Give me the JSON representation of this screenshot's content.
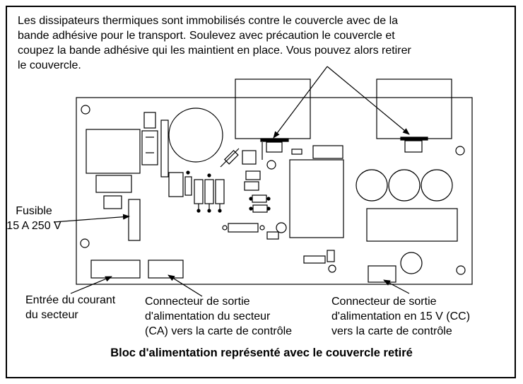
{
  "instructions": "Les dissipateurs thermiques sont immobilisés contre le couvercle avec de la\nbande adhésive pour le transport.  Soulevez avec précaution le couvercle et\ncoupez la bande adhésive qui les maintient en place. Vous pouvez alors retirer\nle couvercle.",
  "labels": {
    "fuse": "Fusible\n15 A 250 V",
    "mains_input": "Entrée du courant\ndu secteur",
    "ac_connector": "Connecteur de sortie\nd'alimentation du secteur\n(CA) vers la carte de contrôle",
    "dc_connector": "Connecteur de sortie\nd'alimentation en 15 V (CC)\nvers la carte de contrôle"
  },
  "caption": "Bloc d'alimentation représenté avec le couvercle retiré"
}
